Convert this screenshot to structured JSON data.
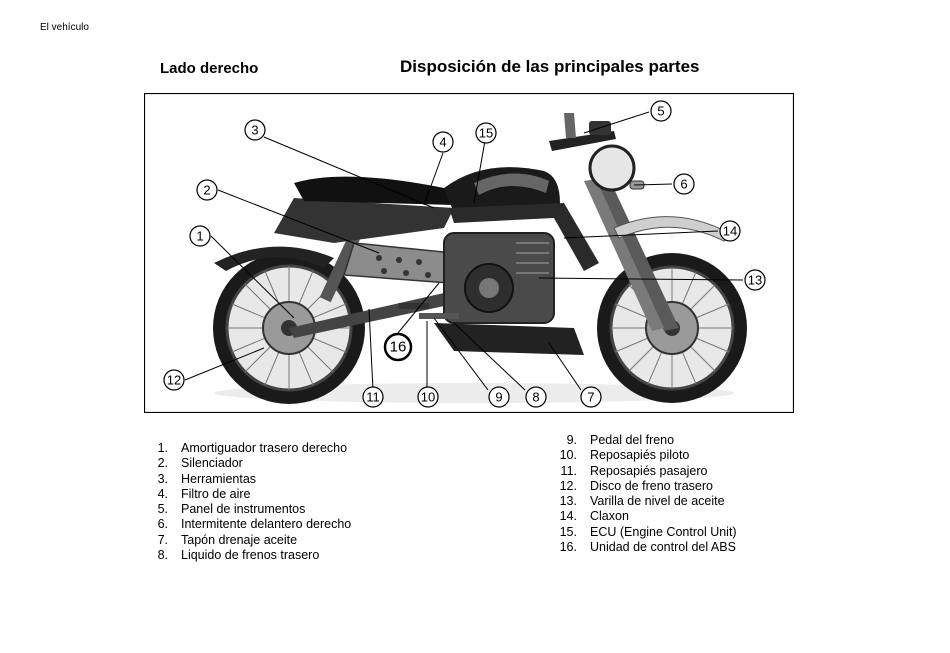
{
  "header": {
    "running_title": "El vehículo",
    "side_label": "Lado derecho",
    "page_title": "Disposición de las principales partes"
  },
  "figure": {
    "callouts": [
      "1",
      "2",
      "3",
      "4",
      "5",
      "6",
      "7",
      "8",
      "9",
      "10",
      "11",
      "12",
      "13",
      "14",
      "15",
      "16"
    ]
  },
  "parts_left": [
    {
      "num": "1.",
      "label": "Amortiguador trasero derecho"
    },
    {
      "num": "2.",
      "label": "Silenciador"
    },
    {
      "num": "3.",
      "label": "Herramientas"
    },
    {
      "num": "4.",
      "label": "Filtro de aire"
    },
    {
      "num": "5.",
      "label": "Panel de instrumentos"
    },
    {
      "num": "6.",
      "label": "Intermitente delantero derecho"
    },
    {
      "num": "7.",
      "label": "Tapón drenaje aceite"
    },
    {
      "num": "8.",
      "label": "Liquido de frenos trasero"
    }
  ],
  "parts_right": [
    {
      "num": "9.",
      "label": "Pedal del freno"
    },
    {
      "num": "10.",
      "label": "Reposapiés piloto"
    },
    {
      "num": "11.",
      "label": "Reposapiés pasajero"
    },
    {
      "num": "12.",
      "label": "Disco de freno trasero"
    },
    {
      "num": "13.",
      "label": "Varilla de nivel de aceite"
    },
    {
      "num": "14.",
      "label": "Claxon"
    },
    {
      "num": "15.",
      "label": "ECU (Engine Control Unit)"
    },
    {
      "num": "16.",
      "label": "Unidad de control del ABS"
    }
  ]
}
